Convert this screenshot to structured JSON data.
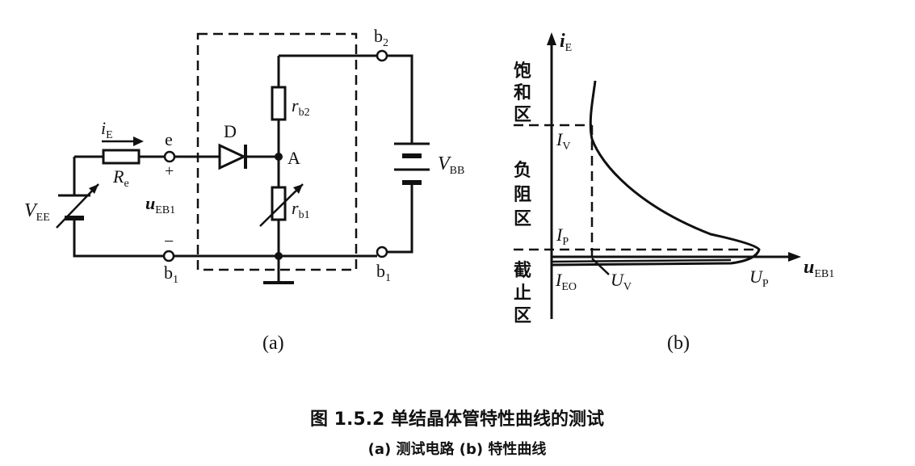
{
  "circuit": {
    "ie_label": "i",
    "ie_sub": "E",
    "re_label": "R",
    "re_sub": "e",
    "vee_label": "V",
    "vee_sub": "EE",
    "node_e": "e",
    "plus": "+",
    "ueb1_label": "u",
    "ueb1_sub": "EB1",
    "minus": "−",
    "node_b1_left": "b",
    "node_b1_left_sub": "1",
    "diode_label": "D",
    "node_a": "A",
    "rb2_label": "r",
    "rb2_sub": "b2",
    "rb1_label": "r",
    "rb1_sub": "b1",
    "node_b2": "b",
    "node_b2_sub": "2",
    "node_b1_right": "b",
    "node_b1_right_sub": "1",
    "vbb_label": "V",
    "vbb_sub": "BB",
    "caption": "(a)"
  },
  "graph": {
    "y_axis_label": "i",
    "y_axis_sub": "E",
    "x_axis_label": "u",
    "x_axis_sub": "EB1",
    "iv_label": "I",
    "iv_sub": "V",
    "ip_label": "I",
    "ip_sub": "P",
    "ieo_label": "I",
    "ieo_sub": "EO",
    "uv_label": "U",
    "uv_sub": "V",
    "up_label": "U",
    "up_sub": "P",
    "region_saturation": [
      "饱",
      "和",
      "区"
    ],
    "region_negative": [
      "负",
      "阻",
      "区"
    ],
    "region_cutoff": [
      "截",
      "止",
      "区"
    ],
    "caption": "(b)"
  },
  "figure": {
    "title": "图 1.5.2   单结晶体管特性曲线的测试",
    "subtitle": "(a) 测试电路   (b) 特性曲线"
  }
}
